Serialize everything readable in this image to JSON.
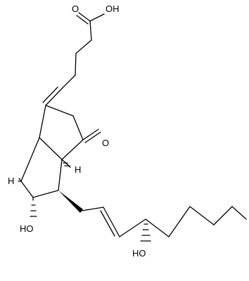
{
  "molecule": {
    "labels": {
      "acid_oh": "OH",
      "acid_o": "O",
      "ketone_o": "O",
      "ring_oh": "HO",
      "chain_oh": "HO",
      "h_left": "H",
      "h_right": "H"
    }
  }
}
